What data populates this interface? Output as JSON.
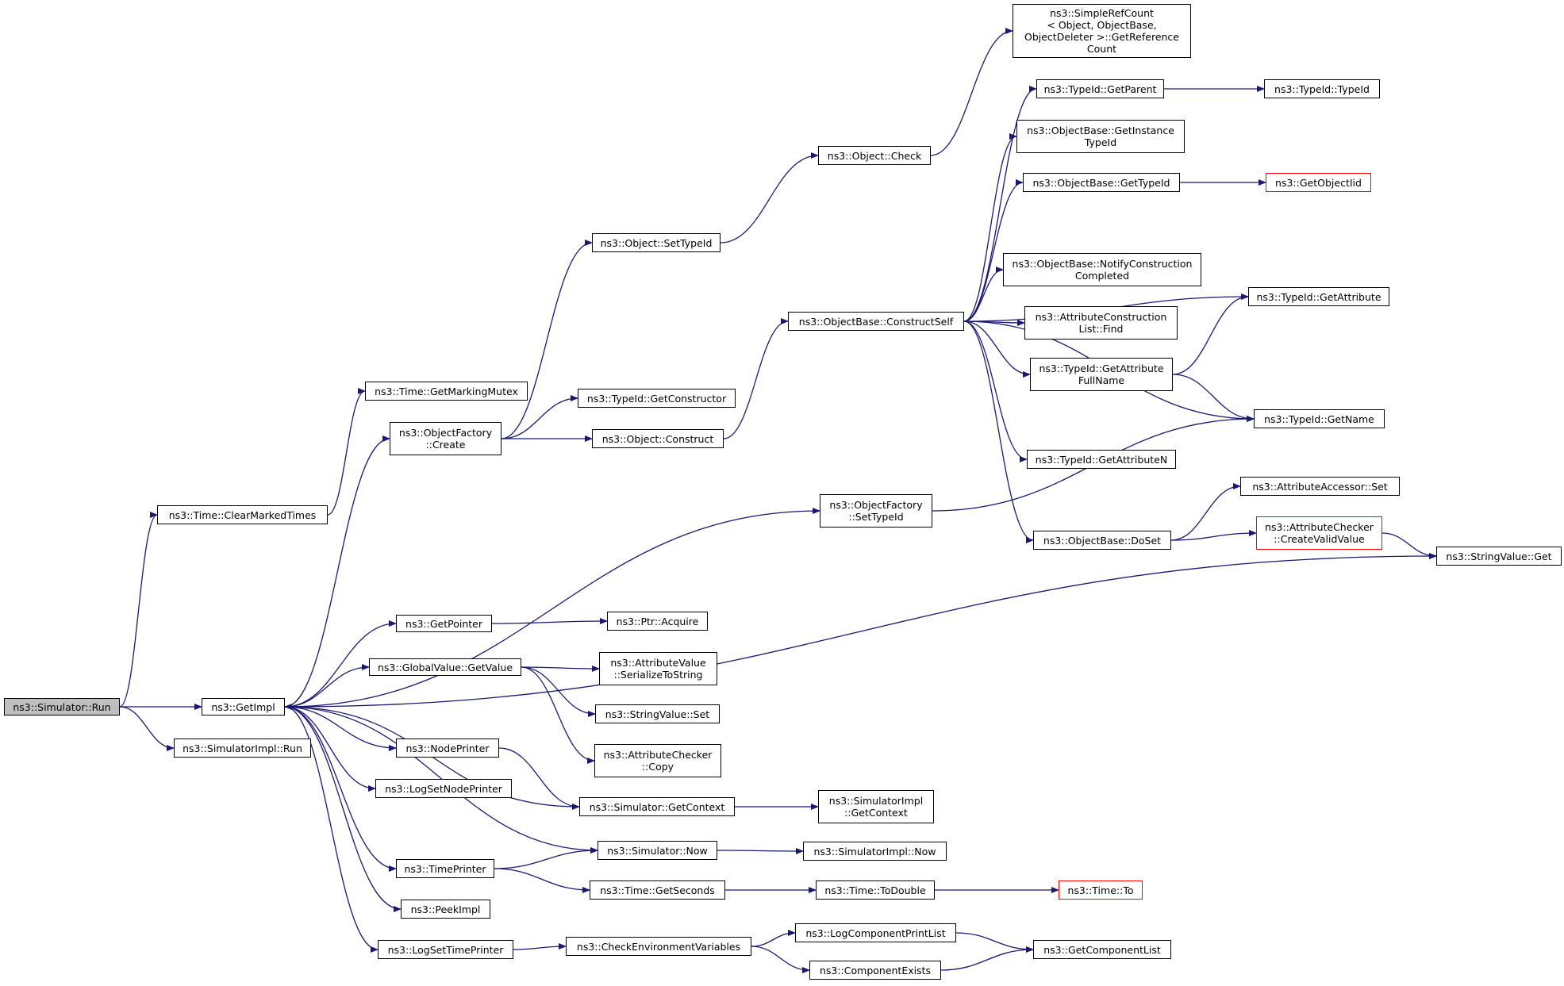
{
  "graph": {
    "edge_color": "#191970",
    "root_fill": "#bfbfbf",
    "highlight_border": "#ff0000",
    "nodes": [
      {
        "id": "sim_run",
        "label": "ns3::Simulator::Run",
        "style": "root"
      },
      {
        "id": "clear_marked",
        "label": "ns3::Time::ClearMarkedTimes"
      },
      {
        "id": "get_impl",
        "label": "ns3::GetImpl"
      },
      {
        "id": "simimpl_run",
        "label": "ns3::SimulatorImpl::Run"
      },
      {
        "id": "marking_mutex",
        "label": "ns3::Time::GetMarkingMutex"
      },
      {
        "id": "of_create",
        "label": "ns3::ObjectFactory\n::Create"
      },
      {
        "id": "getpointer",
        "label": "ns3::GetPointer"
      },
      {
        "id": "gv_getvalue",
        "label": "ns3::GlobalValue::GetValue"
      },
      {
        "id": "nodeprinter",
        "label": "ns3::NodePrinter"
      },
      {
        "id": "logsetnodeprinter",
        "label": "ns3::LogSetNodePrinter"
      },
      {
        "id": "timeprinter",
        "label": "ns3::TimePrinter"
      },
      {
        "id": "peekimpl",
        "label": "ns3::PeekImpl"
      },
      {
        "id": "logsettimeprinter",
        "label": "ns3::LogSetTimePrinter"
      },
      {
        "id": "obj_settypeid",
        "label": "ns3::Object::SetTypeId"
      },
      {
        "id": "tid_getconstructor",
        "label": "ns3::TypeId::GetConstructor"
      },
      {
        "id": "obj_construct",
        "label": "ns3::Object::Construct"
      },
      {
        "id": "ptr_acquire",
        "label": "ns3::Ptr::Acquire"
      },
      {
        "id": "av_serialize",
        "label": "ns3::AttributeValue\n::SerializeToString"
      },
      {
        "id": "sv_set",
        "label": "ns3::StringValue::Set"
      },
      {
        "id": "ac_copy",
        "label": "ns3::AttributeChecker\n::Copy"
      },
      {
        "id": "sim_getcontext",
        "label": "ns3::Simulator::GetContext"
      },
      {
        "id": "sim_now",
        "label": "ns3::Simulator::Now"
      },
      {
        "id": "time_getseconds",
        "label": "ns3::Time::GetSeconds"
      },
      {
        "id": "checkenv",
        "label": "ns3::CheckEnvironmentVariables"
      },
      {
        "id": "obj_check",
        "label": "ns3::Object::Check"
      },
      {
        "id": "ob_constructself",
        "label": "ns3::ObjectBase::ConstructSelf"
      },
      {
        "id": "of_settypeid",
        "label": "ns3::ObjectFactory\n::SetTypeId"
      },
      {
        "id": "simimpl_getcontext",
        "label": "ns3::SimulatorImpl\n::GetContext"
      },
      {
        "id": "simimpl_now",
        "label": "ns3::SimulatorImpl::Now"
      },
      {
        "id": "time_todouble",
        "label": "ns3::Time::ToDouble"
      },
      {
        "id": "logcomp_printlist",
        "label": "ns3::LogComponentPrintList"
      },
      {
        "id": "comp_exists",
        "label": "ns3::ComponentExists"
      },
      {
        "id": "simplerefcount",
        "label": "ns3::SimpleRefCount\n< Object, ObjectBase,\n ObjectDeleter >::GetReference\nCount"
      },
      {
        "id": "tid_getparent",
        "label": "ns3::TypeId::GetParent"
      },
      {
        "id": "ob_getinstancetypeid",
        "label": "ns3::ObjectBase::GetInstance\nTypeId"
      },
      {
        "id": "ob_gettypeid",
        "label": "ns3::ObjectBase::GetTypeId"
      },
      {
        "id": "ob_notify",
        "label": "ns3::ObjectBase::NotifyConstruction\nCompleted"
      },
      {
        "id": "acl_find",
        "label": "ns3::AttributeConstruction\nList::Find"
      },
      {
        "id": "tid_getattrfullname",
        "label": "ns3::TypeId::GetAttribute\nFullName"
      },
      {
        "id": "tid_getattrn",
        "label": "ns3::TypeId::GetAttributeN"
      },
      {
        "id": "ob_doset",
        "label": "ns3::ObjectBase::DoSet"
      },
      {
        "id": "time_to",
        "label": "ns3::Time::To",
        "style": "red"
      },
      {
        "id": "getcomponentlist",
        "label": "ns3::GetComponentList"
      },
      {
        "id": "tid_typeid",
        "label": "ns3::TypeId::TypeId"
      },
      {
        "id": "getobjectiid",
        "label": "ns3::GetObjectIid",
        "style": "red"
      },
      {
        "id": "tid_getattribute",
        "label": "ns3::TypeId::GetAttribute"
      },
      {
        "id": "tid_getname",
        "label": "ns3::TypeId::GetName"
      },
      {
        "id": "aa_set",
        "label": "ns3::AttributeAccessor::Set"
      },
      {
        "id": "ac_createvalid",
        "label": "ns3::AttributeChecker\n::CreateValidValue",
        "style": "red"
      },
      {
        "id": "sv_get",
        "label": "ns3::StringValue::Get"
      }
    ],
    "edges": [
      [
        "sim_run",
        "clear_marked"
      ],
      [
        "sim_run",
        "get_impl"
      ],
      [
        "sim_run",
        "simimpl_run"
      ],
      [
        "clear_marked",
        "marking_mutex"
      ],
      [
        "get_impl",
        "of_create"
      ],
      [
        "get_impl",
        "of_settypeid"
      ],
      [
        "get_impl",
        "sv_get"
      ],
      [
        "get_impl",
        "getpointer"
      ],
      [
        "get_impl",
        "gv_getvalue"
      ],
      [
        "get_impl",
        "nodeprinter"
      ],
      [
        "get_impl",
        "logsetnodeprinter"
      ],
      [
        "get_impl",
        "sim_now"
      ],
      [
        "get_impl",
        "timeprinter"
      ],
      [
        "get_impl",
        "peekimpl"
      ],
      [
        "get_impl",
        "logsettimeprinter"
      ],
      [
        "of_create",
        "obj_settypeid"
      ],
      [
        "of_create",
        "tid_getconstructor"
      ],
      [
        "of_create",
        "obj_construct"
      ],
      [
        "obj_settypeid",
        "obj_check"
      ],
      [
        "obj_check",
        "simplerefcount"
      ],
      [
        "obj_construct",
        "ob_constructself"
      ],
      [
        "ob_constructself",
        "tid_getparent"
      ],
      [
        "ob_constructself",
        "ob_getinstancetypeid"
      ],
      [
        "ob_constructself",
        "ob_gettypeid"
      ],
      [
        "ob_constructself",
        "tid_getattribute"
      ],
      [
        "ob_constructself",
        "ob_notify"
      ],
      [
        "ob_constructself",
        "acl_find"
      ],
      [
        "ob_constructself",
        "tid_getattrfullname"
      ],
      [
        "ob_constructself",
        "tid_getname"
      ],
      [
        "ob_constructself",
        "tid_getattrn"
      ],
      [
        "ob_constructself",
        "ob_doset"
      ],
      [
        "tid_getparent",
        "tid_typeid"
      ],
      [
        "ob_gettypeid",
        "getobjectiid"
      ],
      [
        "tid_getattrfullname",
        "tid_getattribute"
      ],
      [
        "tid_getattrfullname",
        "tid_getname"
      ],
      [
        "of_settypeid",
        "tid_getname"
      ],
      [
        "ob_doset",
        "aa_set"
      ],
      [
        "ob_doset",
        "ac_createvalid"
      ],
      [
        "ac_createvalid",
        "sv_get"
      ],
      [
        "getpointer",
        "ptr_acquire"
      ],
      [
        "gv_getvalue",
        "av_serialize"
      ],
      [
        "gv_getvalue",
        "sv_set"
      ],
      [
        "gv_getvalue",
        "ac_copy"
      ],
      [
        "sim_getcontext",
        "get_impl"
      ],
      [
        "sim_getcontext",
        "simimpl_getcontext"
      ],
      [
        "nodeprinter",
        "sim_getcontext"
      ],
      [
        "sim_now",
        "simimpl_now"
      ],
      [
        "timeprinter",
        "sim_now"
      ],
      [
        "timeprinter",
        "time_getseconds"
      ],
      [
        "time_getseconds",
        "time_todouble"
      ],
      [
        "time_todouble",
        "time_to"
      ],
      [
        "logsettimeprinter",
        "checkenv"
      ],
      [
        "checkenv",
        "logcomp_printlist"
      ],
      [
        "checkenv",
        "comp_exists"
      ],
      [
        "logcomp_printlist",
        "getcomponentlist"
      ],
      [
        "comp_exists",
        "getcomponentlist"
      ]
    ]
  }
}
